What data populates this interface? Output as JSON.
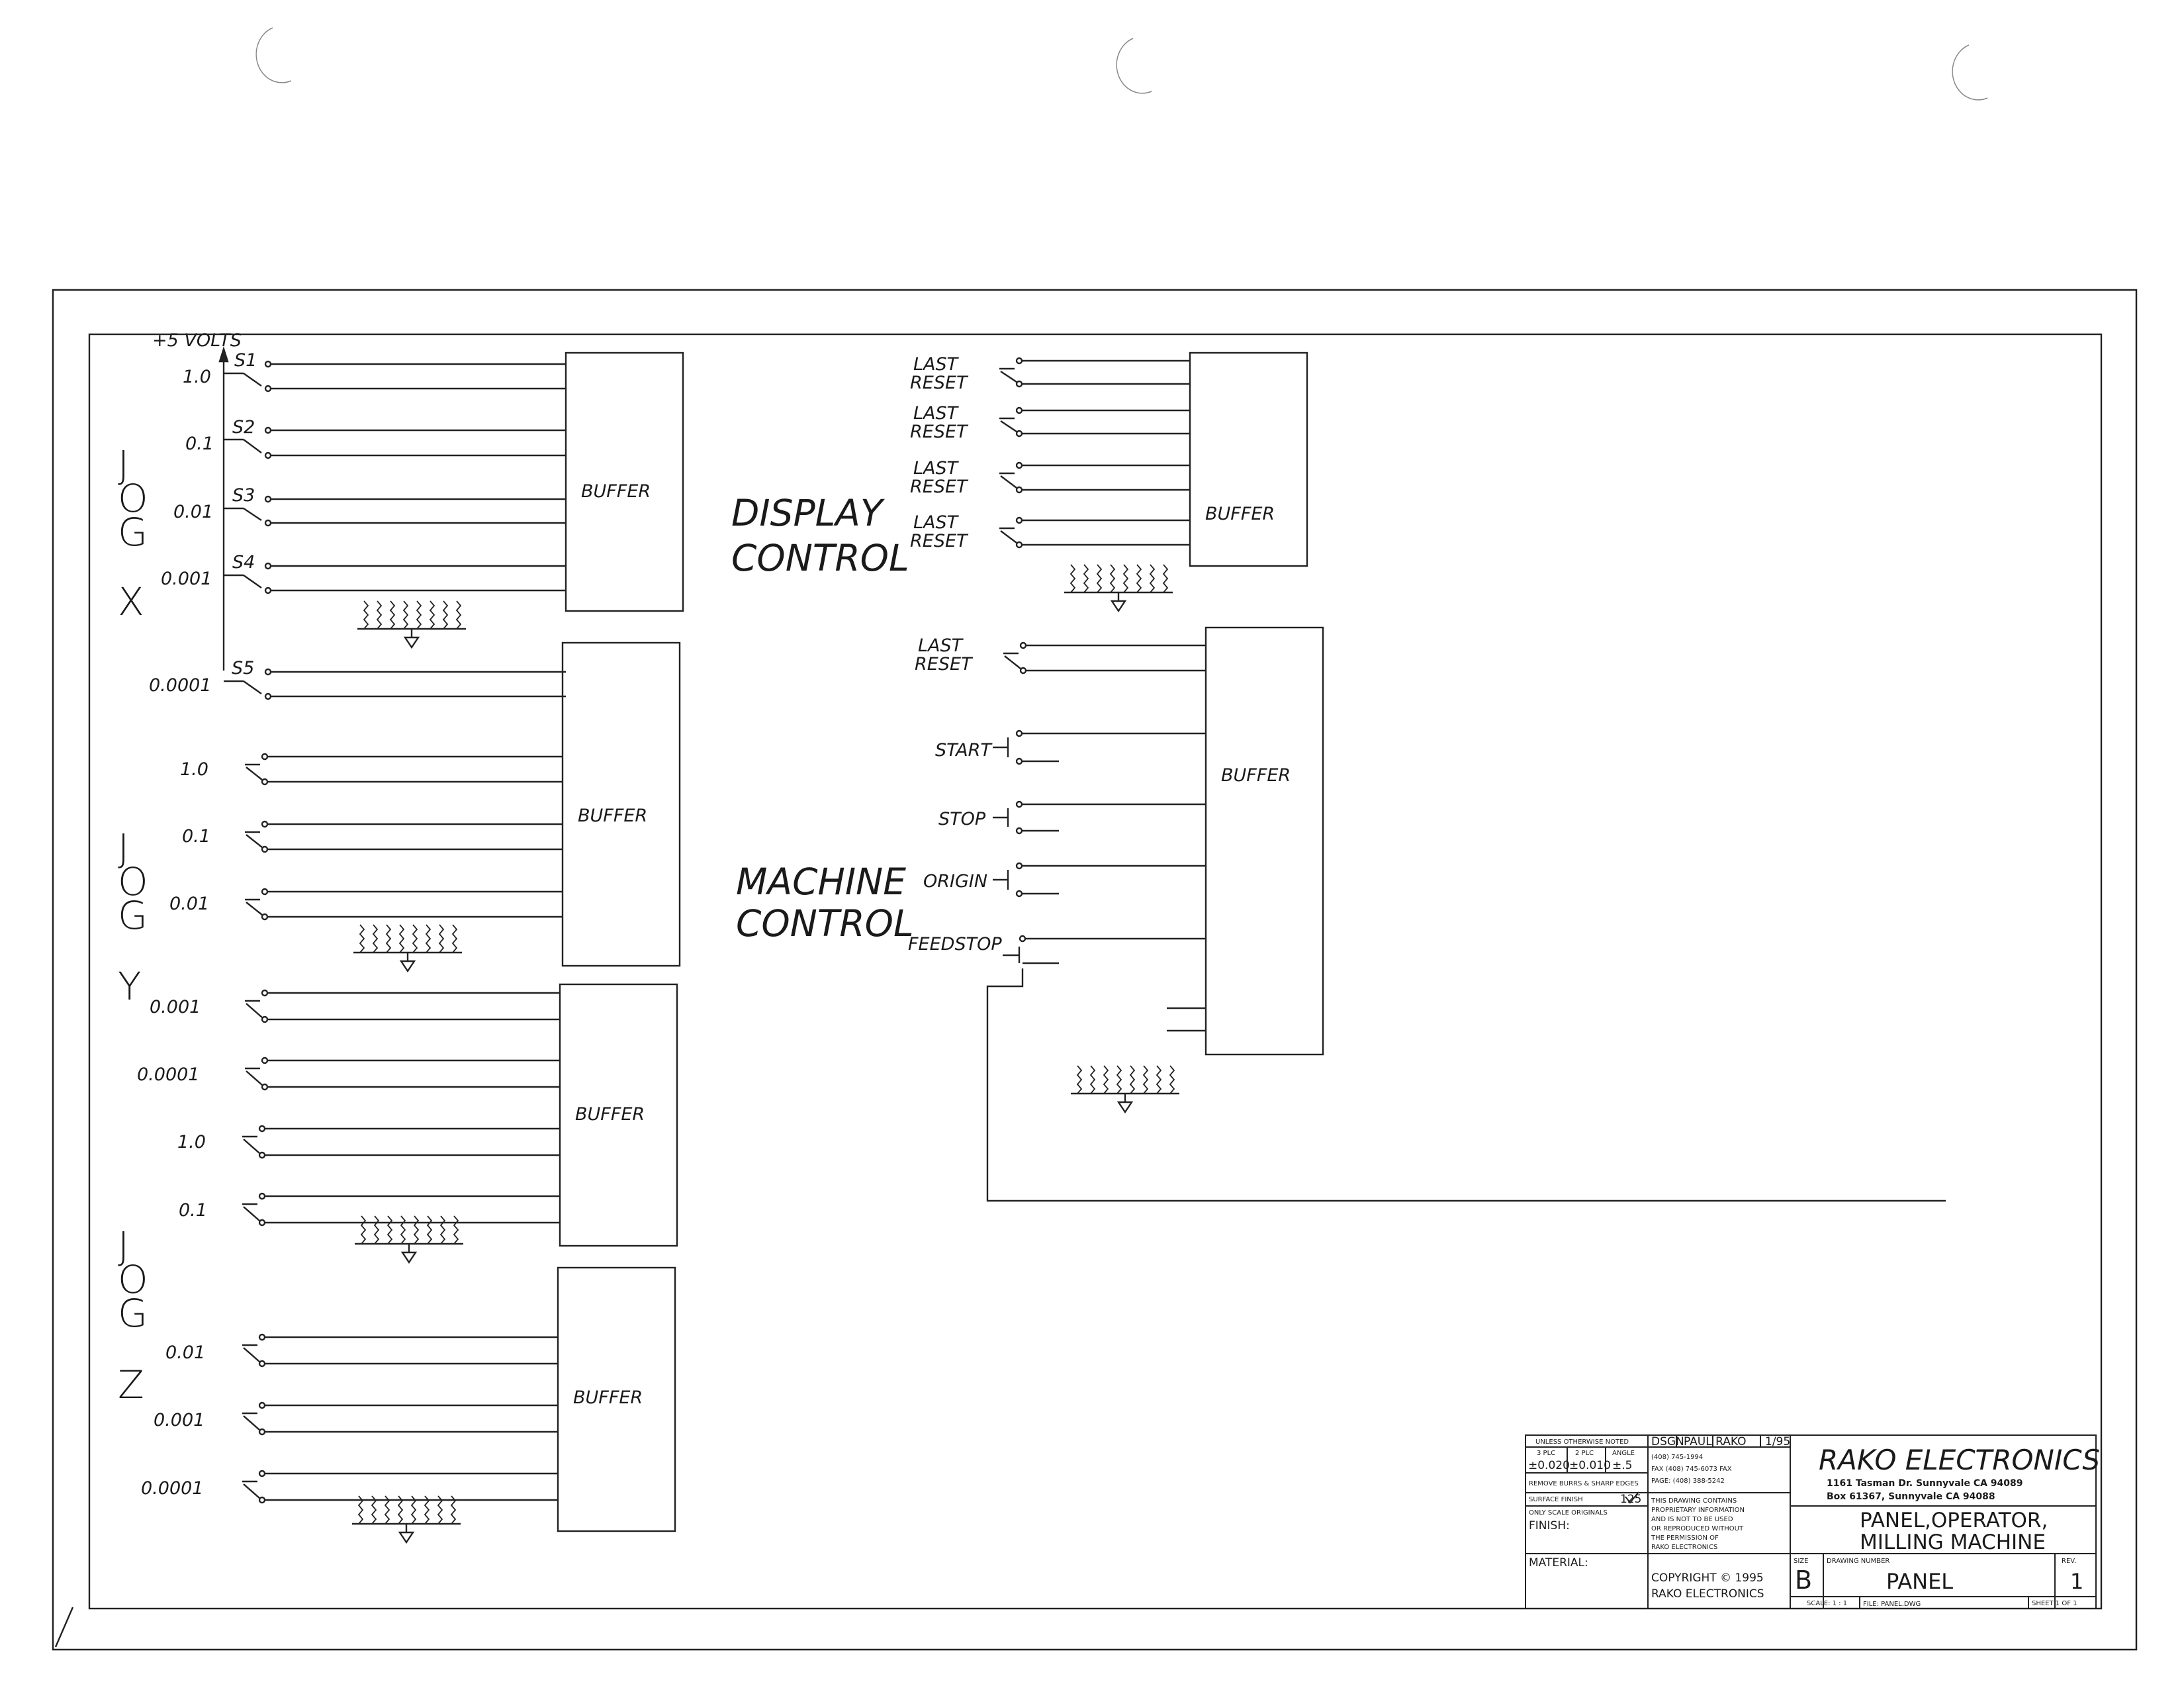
{
  "schematic": {
    "supply_label": "+5 VOLTS",
    "buffer_label": "BUFFER",
    "jog_x": {
      "letters": [
        "J",
        "O",
        "G",
        "X"
      ],
      "switches": [
        {
          "id": "S1",
          "value": "1.0"
        },
        {
          "id": "S2",
          "value": "0.1"
        },
        {
          "id": "S3",
          "value": "0.01"
        },
        {
          "id": "S4",
          "value": "0.001"
        },
        {
          "id": "S5",
          "value": "0.0001"
        }
      ]
    },
    "jog_y": {
      "letters": [
        "J",
        "O",
        "G",
        "Y"
      ],
      "switches": [
        "1.0",
        "0.1",
        "0.01",
        "0.001",
        "0.0001"
      ]
    },
    "jog_z": {
      "letters": [
        "J",
        "O",
        "G",
        "Z"
      ],
      "switches": [
        "1.0",
        "0.1",
        "0.01",
        "0.001",
        "0.0001"
      ]
    },
    "display_control": {
      "title_line1": "DISPLAY",
      "title_line2": "CONTROL",
      "switch_label_top": "LAST",
      "switch_label_bottom": "RESET"
    },
    "machine_control": {
      "title_line1": "MACHINE",
      "title_line2": "CONTROL",
      "switches": [
        "START",
        "STOP",
        "ORIGIN",
        "FEEDSTOP"
      ]
    }
  },
  "title_block": {
    "unless_noted": "UNLESS OTHERWISE NOTED",
    "tol_3pl_head": "3 PLC",
    "tol_2pl_head": "2 PLC",
    "angle_head": "ANGLE",
    "tol_3pl": "±0.020",
    "tol_2pl": "±0.010",
    "tol_angle": "±.5",
    "burrs": "REMOVE BURRS & SHARP EDGES",
    "surface_finish": "SURFACE FINISH",
    "surface_value": "125",
    "scale_originals": "ONLY SCALE ORIGINALS",
    "finish": "FINISH:",
    "material": "MATERIAL:",
    "dsgn_label": "DSGN",
    "designer": "PAUL RAKO",
    "design_date": "1/95",
    "phone": "(408) 745-1994",
    "fax": "FAX (408) 745-6073 FAX",
    "page": "PAGE: (408) 388-5242",
    "proprietary": [
      "THIS DRAWING CONTAINS",
      "PROPRIETARY INFORMATION",
      "AND IS NOT TO BE USED",
      "OR REPRODUCED WITHOUT",
      "THE PERMISSION OF",
      "RAKO ELECTRONICS"
    ],
    "copyright_line1": "COPYRIGHT © 1995",
    "copyright_line2": "RAKO ELECTRONICS",
    "company": "RAKO ELECTRONICS",
    "address1": "1161 Tasman Dr. Sunnyvale CA 94089",
    "address2": "Box 61367, Sunnyvale CA 94088",
    "title1": "PANEL,OPERATOR,",
    "title2": "MILLING MACHINE",
    "size_label": "SIZE",
    "size": "B",
    "dwg_label": "DRAWING NUMBER",
    "drawing_number": "PANEL",
    "rev_label": "REV.",
    "rev": "1",
    "scale": "SCALE: 1 : 1",
    "file": "FILE: PANEL.DWG",
    "sheet": "SHEET 1 OF 1"
  }
}
